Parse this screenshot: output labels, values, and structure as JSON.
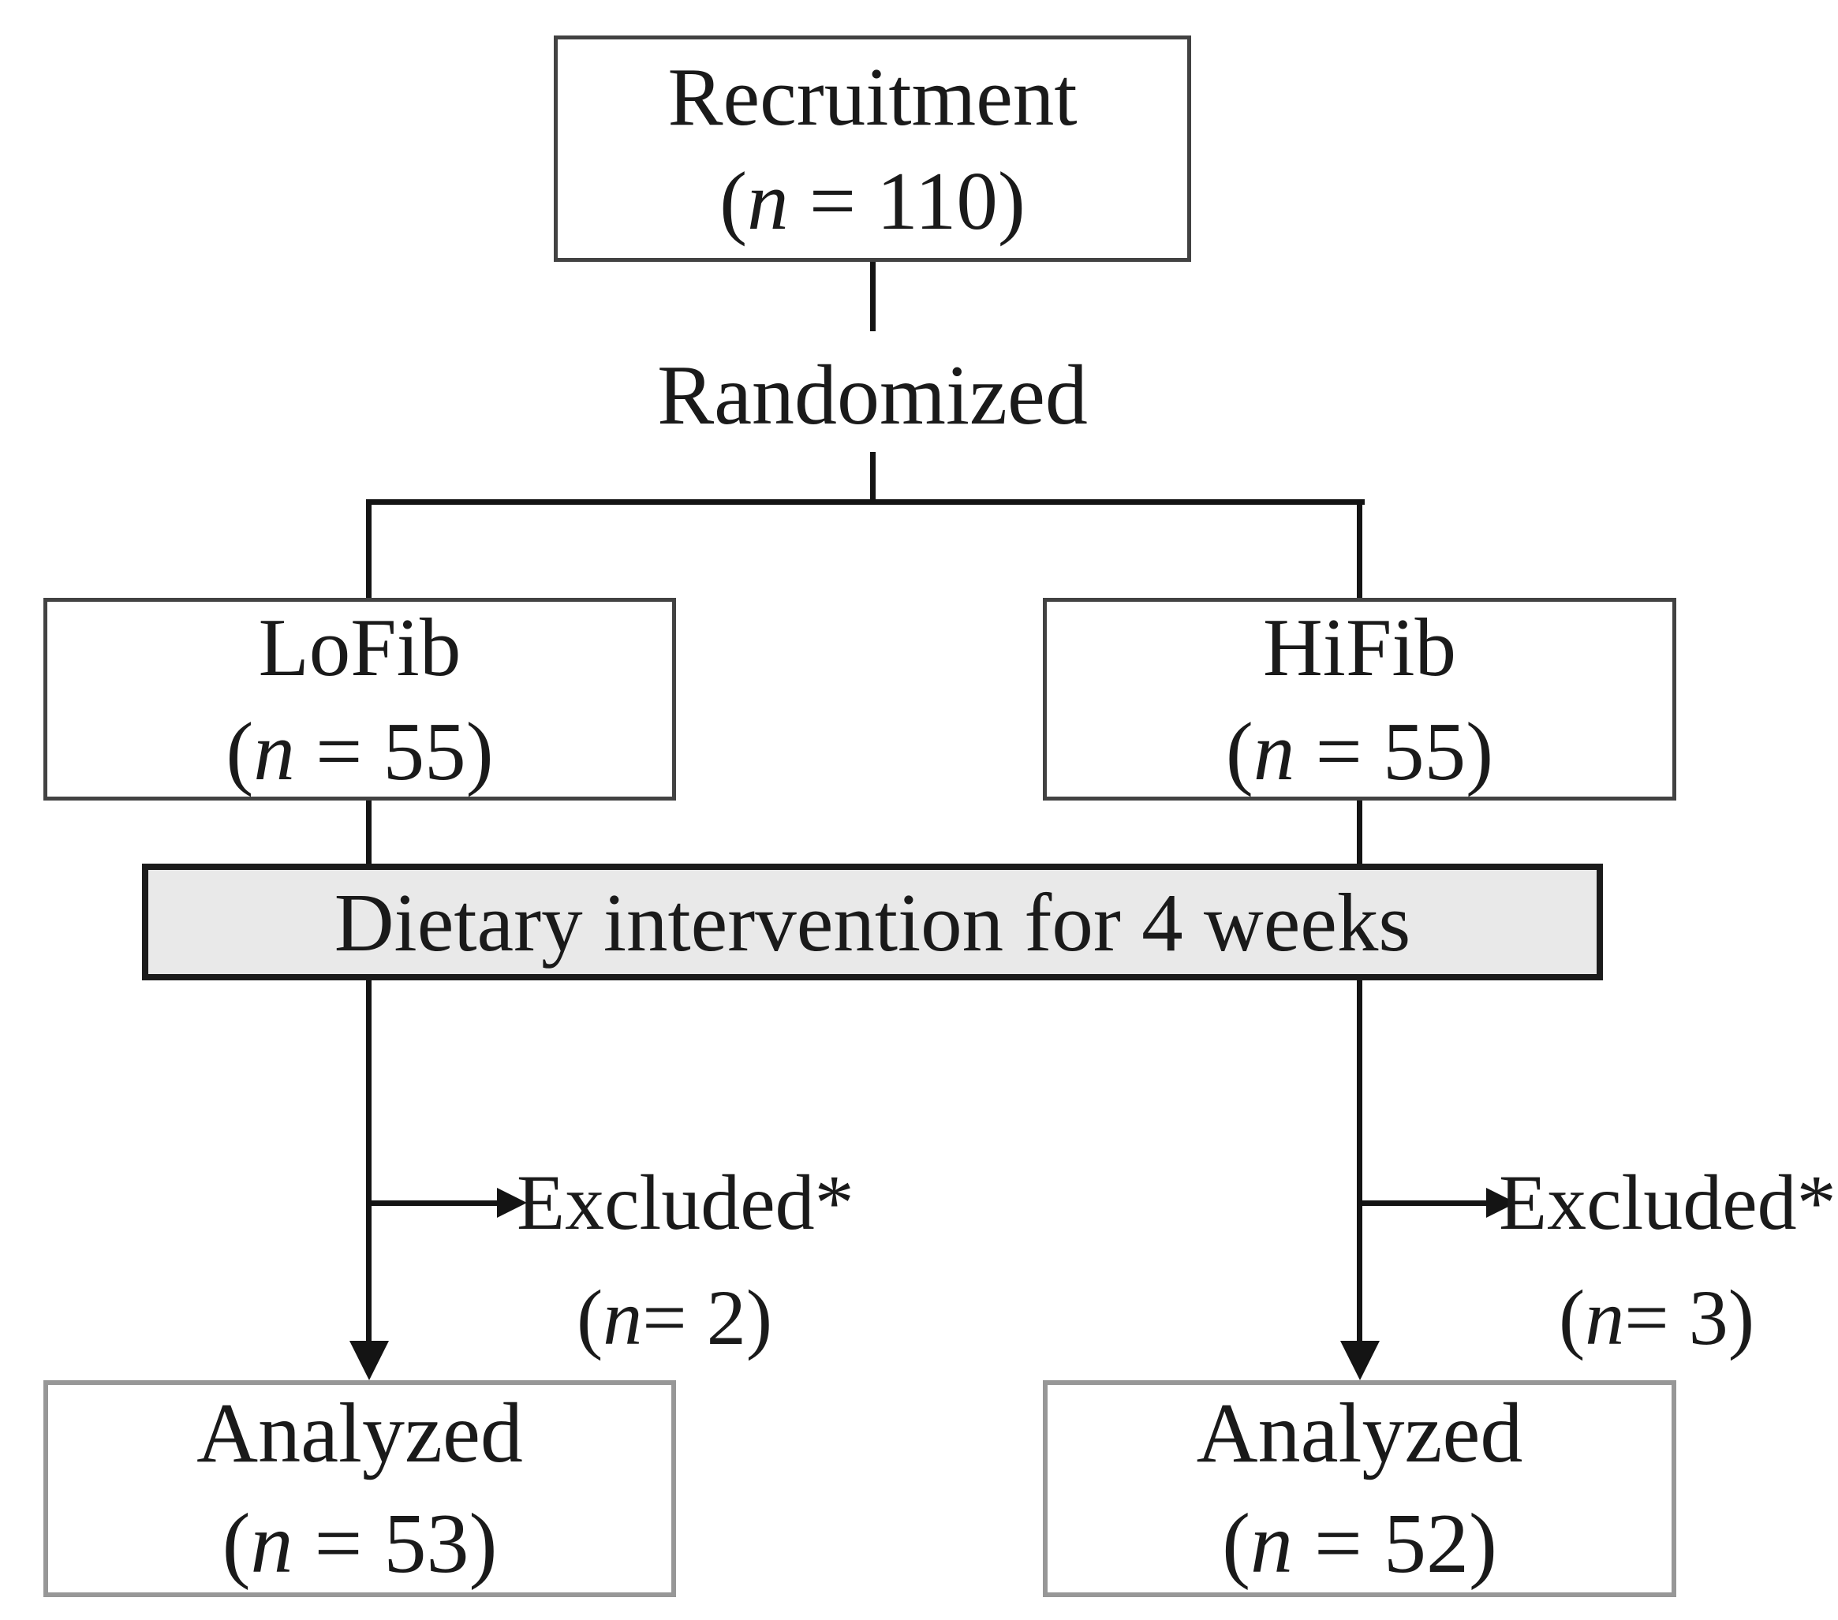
{
  "diagram": {
    "recruitment": {
      "label": "Recruitment",
      "n": "(n = 110)"
    },
    "randomized_label": "Randomized",
    "groups": [
      {
        "id": "lofib",
        "label": "LoFib",
        "n": "(n = 55)"
      },
      {
        "id": "hifib",
        "label": "HiFib",
        "n": "(n = 55)"
      }
    ],
    "intervention_label": "Dietary intervention for 4 weeks",
    "excluded": [
      {
        "label": "Excluded*",
        "n": "(n= 2)"
      },
      {
        "label": "Excluded*",
        "n": "(n= 3)"
      }
    ],
    "analyzed": [
      {
        "label": "Analyzed",
        "n": "(n = 53)"
      },
      {
        "label": "Analyzed",
        "n": "(n = 52)"
      }
    ],
    "colors": {
      "background": "#ffffff",
      "box_border": "#424242",
      "analyzed_border": "#979797",
      "bar_fill": "#e9e9e9",
      "bar_border": "#1b1b1b",
      "line": "#141414",
      "text": "#1a1a1a"
    }
  }
}
